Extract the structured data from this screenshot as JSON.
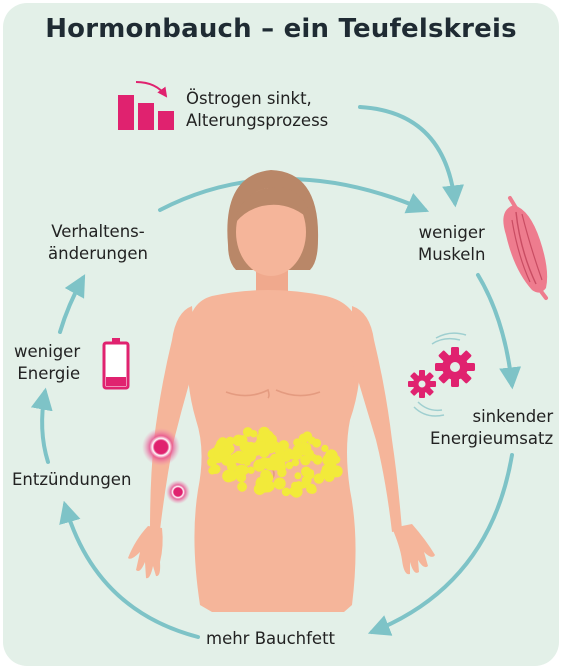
{
  "title": "Hormonbauch – ein Teufelskreis",
  "cycle_steps": [
    {
      "id": "oestrogen",
      "lines": [
        "Östrogen sinkt,",
        "Alterungsprozess"
      ]
    },
    {
      "id": "muskeln",
      "lines": [
        "weniger",
        "Muskeln"
      ]
    },
    {
      "id": "energieumsatz",
      "lines": [
        "sinkender",
        "Energieumsatz"
      ]
    },
    {
      "id": "bauchfett",
      "lines": [
        "mehr Bauchfett"
      ]
    },
    {
      "id": "entzuendungen",
      "lines": [
        "Entzündungen"
      ]
    },
    {
      "id": "energie",
      "lines": [
        "weniger",
        "Energie"
      ]
    },
    {
      "id": "verhalten",
      "lines": [
        "Verhaltens-",
        "änderungen"
      ]
    }
  ],
  "icons": [
    "declining-bars-icon",
    "muscle-icon",
    "gears-icon",
    "inflammation-icon",
    "low-battery-icon"
  ],
  "colors": {
    "background": "#e3f0e8",
    "arrow": "#7ec3c7",
    "accent": "#e0226f",
    "skin": "#f5b59a",
    "hair": "#b98768",
    "belly_fat": "#f2ea3a"
  }
}
